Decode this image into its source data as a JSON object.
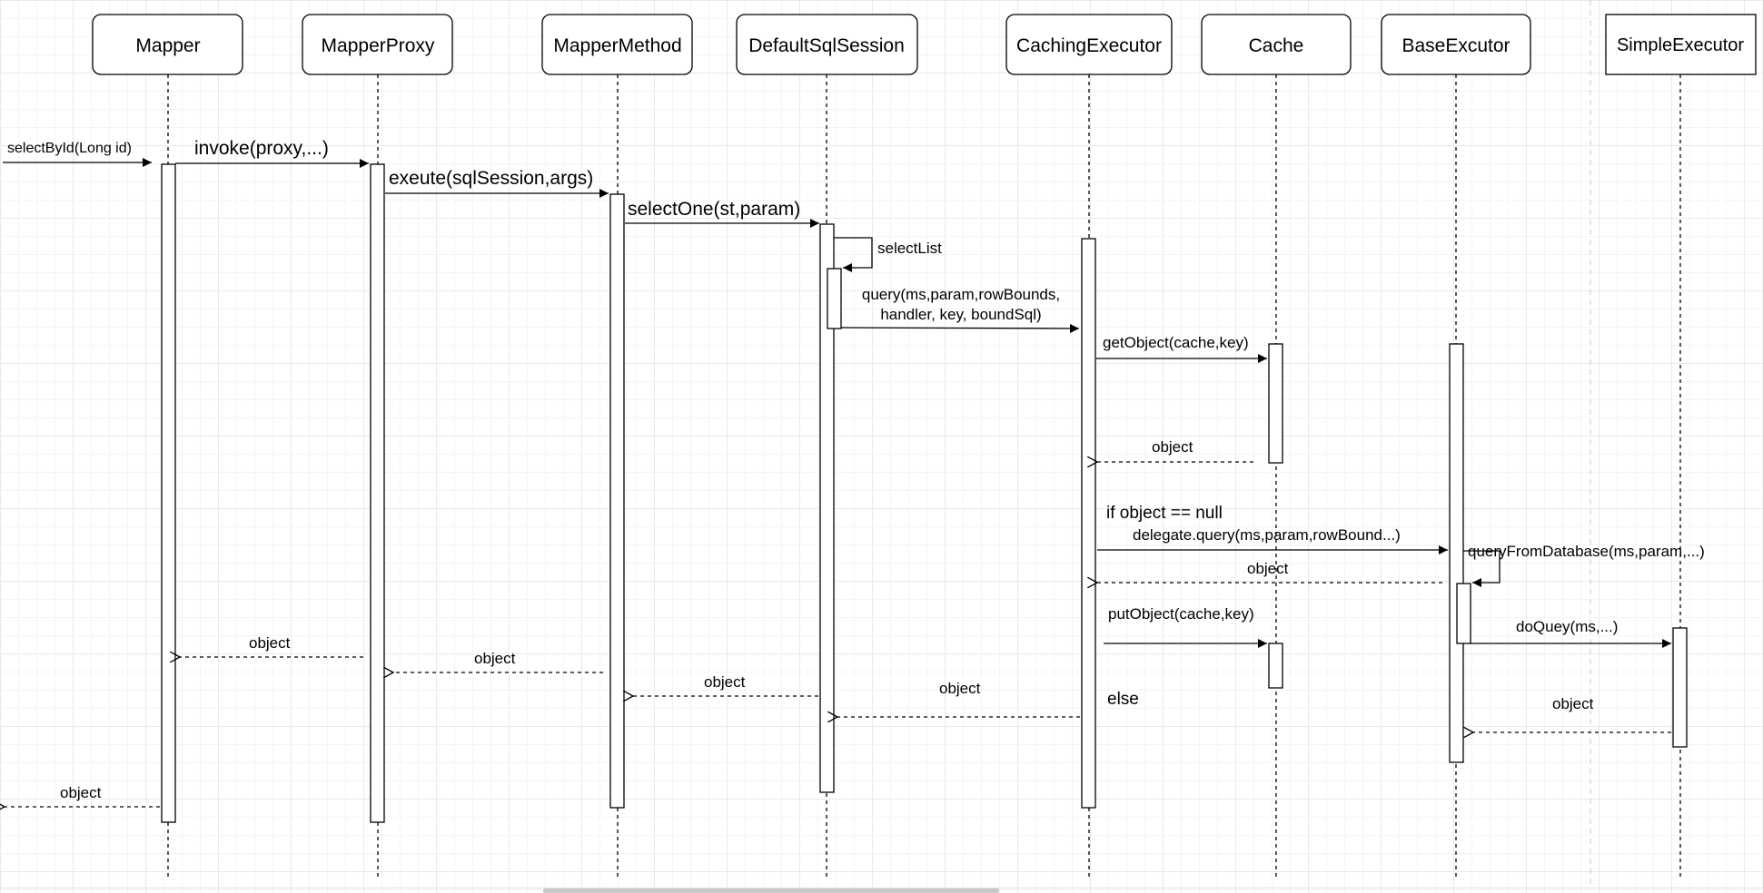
{
  "participants": [
    {
      "id": "mapper",
      "label": "Mapper"
    },
    {
      "id": "mapperproxy",
      "label": "MapperProxy"
    },
    {
      "id": "mappermethod",
      "label": "MapperMethod"
    },
    {
      "id": "defaultsqlsession",
      "label": "DefaultSqlSession"
    },
    {
      "id": "cachingexecutor",
      "label": "CachingExecutor"
    },
    {
      "id": "cache",
      "label": "Cache"
    },
    {
      "id": "baseexcutor",
      "label": "BaseExcutor"
    },
    {
      "id": "simpleexecutor",
      "label": "SimpleExecutor"
    }
  ],
  "messages": [
    {
      "id": "selectbyid",
      "label": "selectById(Long id)",
      "style": "solid"
    },
    {
      "id": "invoke",
      "label": "invoke(proxy,...)",
      "style": "solid"
    },
    {
      "id": "exeute",
      "label": "exeute(sqlSession,args)",
      "style": "solid"
    },
    {
      "id": "selectone",
      "label": "selectOne(st,param)",
      "style": "solid"
    },
    {
      "id": "selectlist",
      "label": "selectList",
      "style": "self"
    },
    {
      "id": "query",
      "label_lines": [
        "query(ms,param,rowBounds,",
        "handler, key, boundSql)"
      ],
      "style": "solid"
    },
    {
      "id": "getobject",
      "label": "getObject(cache,key)",
      "style": "solid"
    },
    {
      "id": "cache-return",
      "label": "object",
      "style": "dashed"
    },
    {
      "id": "delegate-query",
      "label": "delegate.query(ms,param,rowBound...)",
      "style": "solid"
    },
    {
      "id": "queryfromdatabase",
      "label": "queryFromDatabase(ms,param,...)",
      "style": "self"
    },
    {
      "id": "base-return",
      "label": "object",
      "style": "dashed"
    },
    {
      "id": "putobject",
      "label": "putObject(cache,key)",
      "style": "solid"
    },
    {
      "id": "doquey",
      "label": "doQuey(ms,...)",
      "style": "solid"
    },
    {
      "id": "simple-return",
      "label": "object",
      "style": "dashed"
    },
    {
      "id": "caching-return",
      "label": "object",
      "style": "dashed"
    },
    {
      "id": "session-return",
      "label": "object",
      "style": "dashed"
    },
    {
      "id": "method-return",
      "label": "object",
      "style": "dashed"
    },
    {
      "id": "proxy-return",
      "label": "object",
      "style": "dashed"
    },
    {
      "id": "mapper-return",
      "label": "object",
      "style": "dashed"
    }
  ],
  "notes": {
    "if_condition": "if object == null",
    "else_label": "else"
  }
}
